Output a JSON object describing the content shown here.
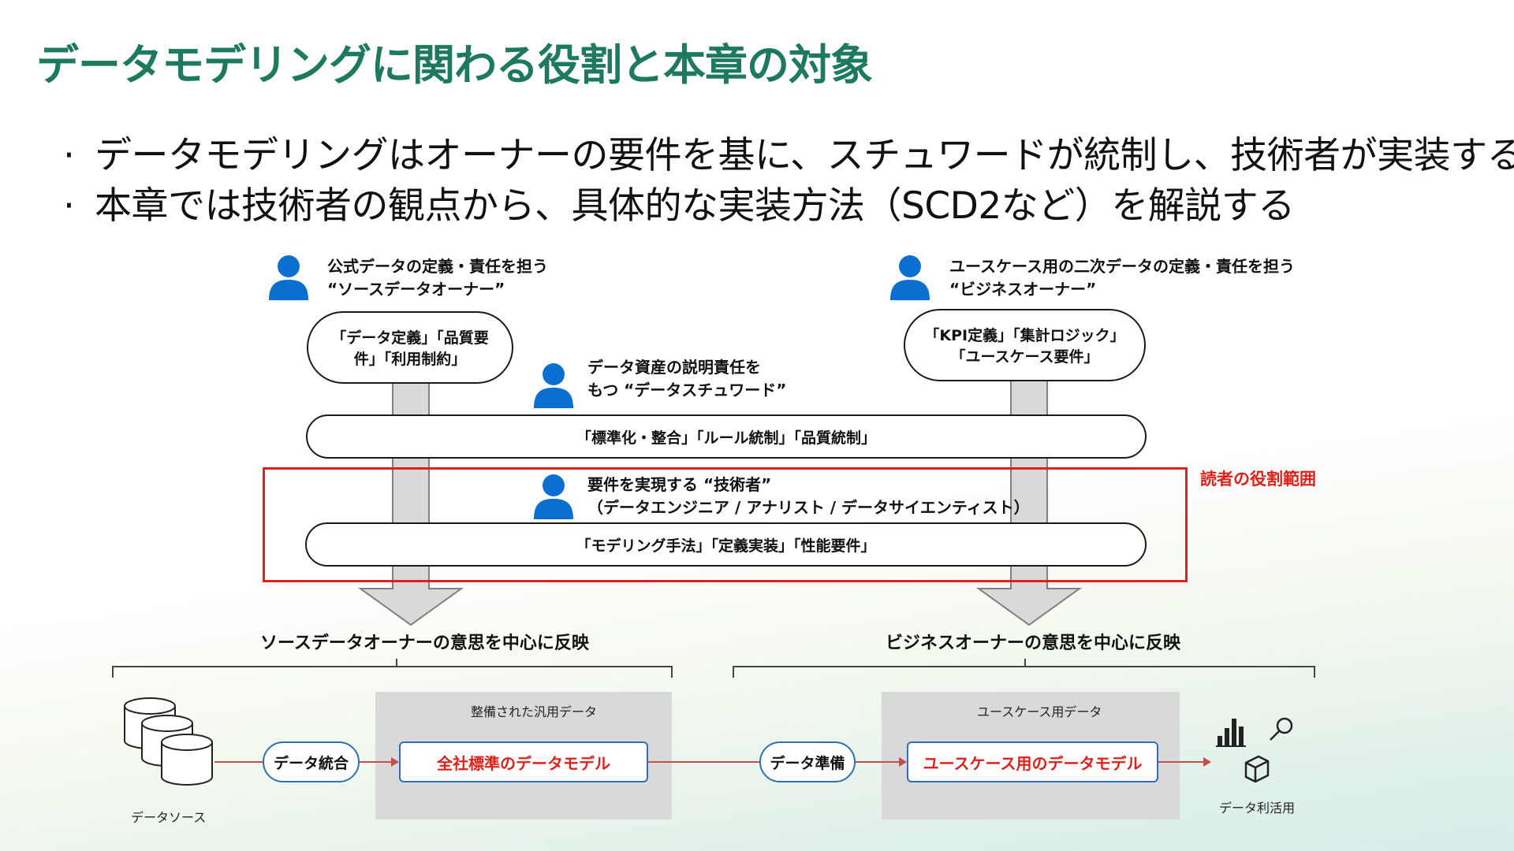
{
  "title": "データモデリングに関わる役割と本章の対象",
  "bullets": [
    "データモデリングはオーナーの要件を基に、スチュワードが統制し、技術者が実装する",
    "本章では技術者の観点から、具体的な実装方法（SCD2など）を解説する"
  ],
  "roles": {
    "source_owner": {
      "line1": "公式データの定義・責任を担う",
      "line2": "“ソースデータオーナー”",
      "duties_line1": "「データ定義」「品質要",
      "duties_line2": "件」「利用制約」"
    },
    "business_owner": {
      "line1": "ユースケース用の二次データの定義・責任を担う",
      "line2": "“ビジネスオーナー”",
      "duties_line1": "「KPI定義」「集計ロジック」",
      "duties_line2": "「ユースケース要件」"
    },
    "steward": {
      "line1": "データ資産の説明責任を",
      "line2": "もつ “データスチュワード”",
      "duties": "「標準化・整合」「ルール統制」「品質統制」"
    },
    "engineer": {
      "line1": "要件を実現する “技術者”",
      "line2": "（データエンジニア / アナリスト / データサイエンティスト）",
      "duties": "「モデリング手法」「定義実装」「性能要件」"
    }
  },
  "reader_scope_label": "読者の役割範囲",
  "reflect": {
    "left": "ソースデータオーナーの意思を中心に反映",
    "right": "ビジネスオーナーの意思を中心に反映"
  },
  "flow": {
    "data_source_label": "データソース",
    "integrate": "データ統合",
    "general_data_label": "整備された汎用データ",
    "enterprise_model": "全社標準のデータモデル",
    "prepare": "データ準備",
    "usecase_data_label": "ユースケース用データ",
    "usecase_model": "ユースケース用のデータモデル",
    "utilization_label": "データ利活用"
  },
  "colors": {
    "title_green": "#1e7a5e",
    "person_blue": "#0a6fd1",
    "highlight_red": "#e0201b",
    "box_blue": "#2e6fb7",
    "arrow_gray": "#d9d9d9",
    "flow_red": "#c0504d"
  }
}
